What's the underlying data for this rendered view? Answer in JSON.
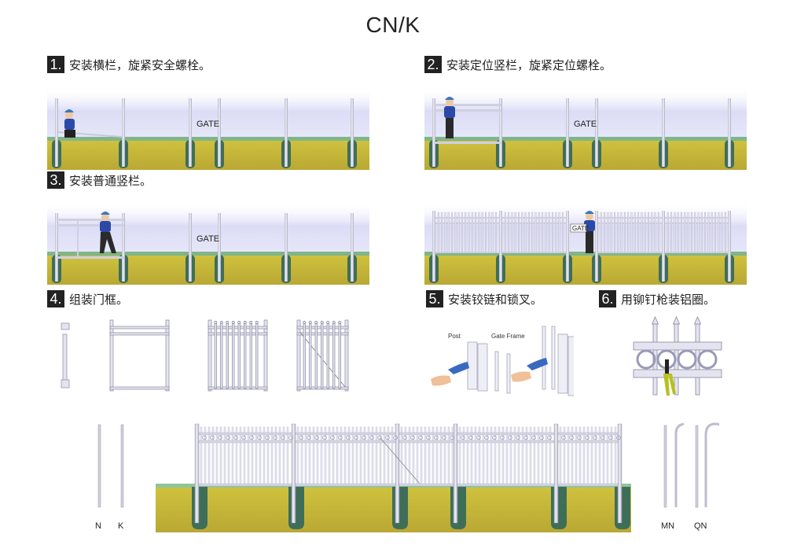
{
  "title": "CN/K",
  "steps": [
    {
      "number": "1.",
      "text": "安装横栏，旋紧安全螺栓。"
    },
    {
      "number": "2.",
      "text": "安装定位竖栏，旋紧定位螺栓。"
    },
    {
      "number": "3.",
      "text": "安装普通竖栏。"
    },
    {
      "number": "4.",
      "text": "组装门框。"
    },
    {
      "number": "5.",
      "text": "安装铰链和锁叉。"
    },
    {
      "number": "6.",
      "text": "用铆钉枪装铝圈。"
    }
  ],
  "scene_labels": {
    "gate": "GATE"
  },
  "step5_labels": {
    "post": "Post",
    "gate_frame": "Gate Frame"
  },
  "picket_types_left": [
    "N",
    "K"
  ],
  "picket_types_right": [
    "MN",
    "QN"
  ],
  "colors": {
    "sky": "#d9d9f5",
    "soil": "#c9b83a",
    "grass": "#5f9e6e",
    "concrete": "#3f6e58",
    "metal": "#dcdcec",
    "worker_shirt": "#2b4aa8"
  }
}
